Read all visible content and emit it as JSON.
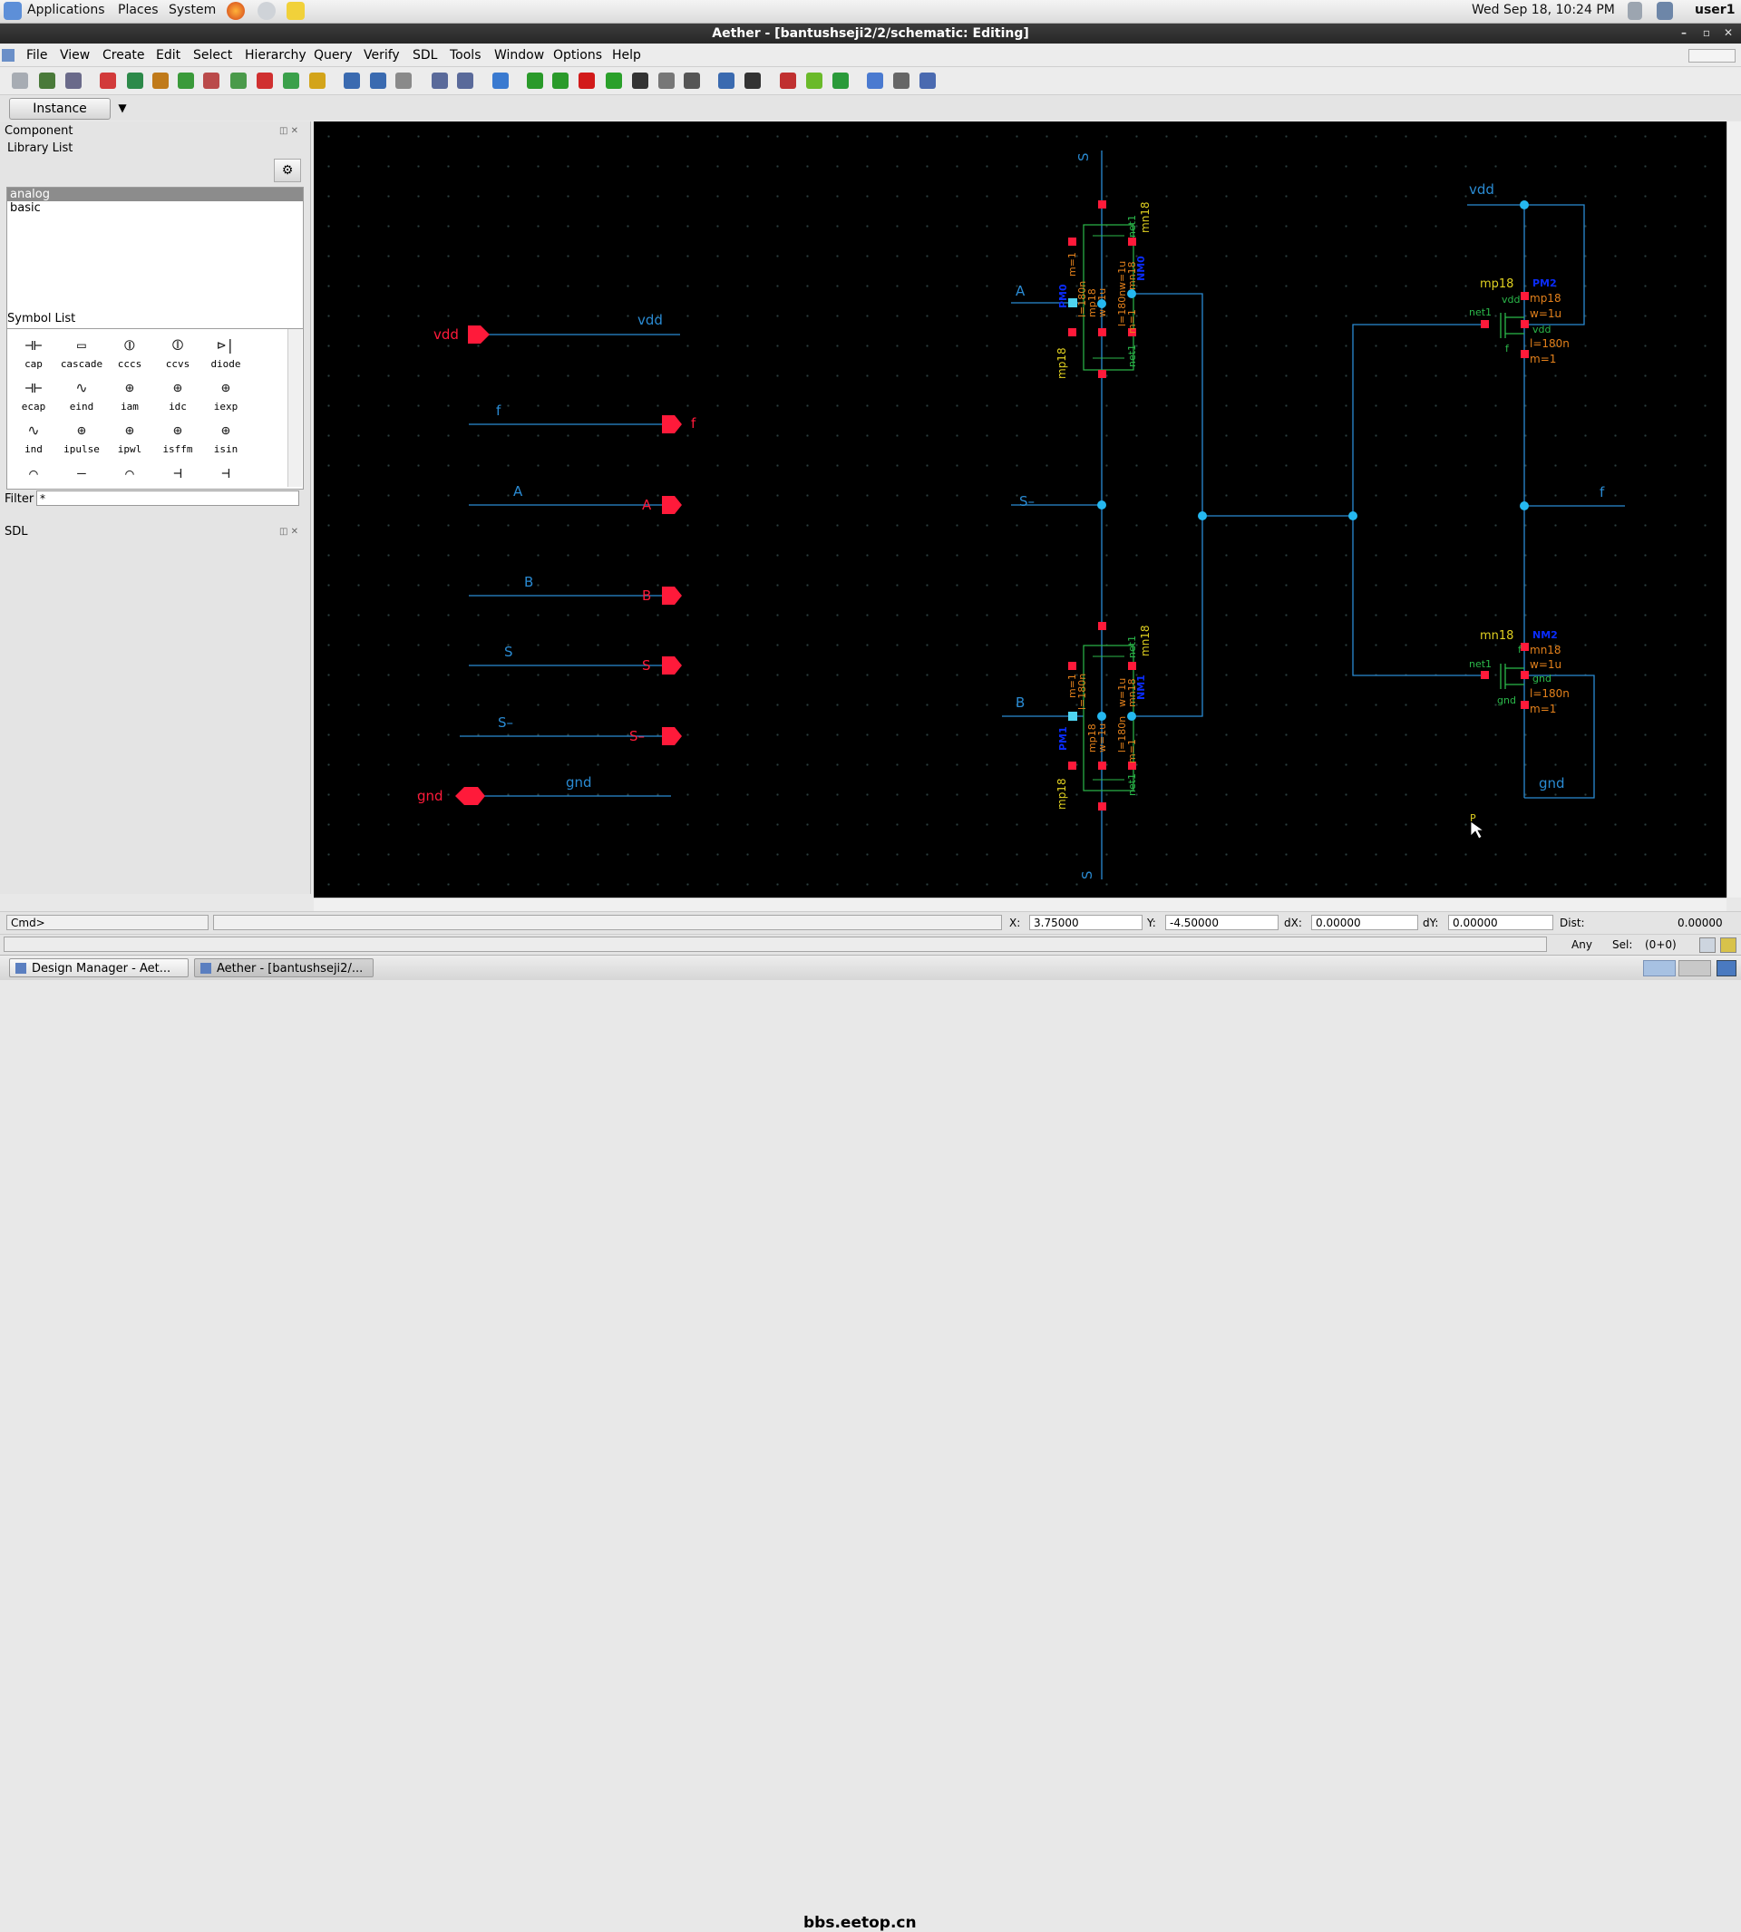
{
  "panel": {
    "applications": "Applications",
    "places": "Places",
    "system": "System",
    "clock": "Wed Sep 18, 10:24 PM",
    "user": "user1"
  },
  "window": {
    "title": "Aether - [bantushseji2/2/schematic: Editing]"
  },
  "menu": [
    "File",
    "View",
    "Create",
    "Edit",
    "Select",
    "Hierarchy",
    "Query",
    "Verify",
    "SDL",
    "Tools",
    "Window",
    "Options",
    "Help"
  ],
  "toolbar": {
    "instance_label": "Instance"
  },
  "left": {
    "component_title": "Component",
    "library_list_title": "Library List",
    "libraries": [
      "analog",
      "basic"
    ],
    "symbol_list_title": "Symbol List",
    "symbols": [
      "cap",
      "cascade",
      "cccs",
      "ccvs",
      "diode",
      "ecap",
      "eind",
      "iam",
      "idc",
      "iexp",
      "ind",
      "ipulse",
      "ipwl",
      "isffm",
      "isin"
    ],
    "filter_label": "Filter",
    "filter_value": "*",
    "sdl_title": "SDL"
  },
  "schematic": {
    "pins": {
      "vdd": "vdd",
      "f": "f",
      "A": "A",
      "B": "B",
      "S": "S",
      "Sbar": "S–",
      "gnd": "gnd"
    },
    "nets": {
      "vdd": "vdd",
      "f": "f",
      "A": "A",
      "B": "B",
      "S": "S",
      "Sbar": "S–",
      "gnd": "gnd",
      "net1": "net1"
    },
    "devices": {
      "mp18": "mp18",
      "mn18": "mn18",
      "pm2": "PM2",
      "nm2": "NM2",
      "pm0": "PM0",
      "nm0": "NM0",
      "pm1": "PM1",
      "nm1": "NM1"
    },
    "params": {
      "w": "w=1u",
      "l": "l=180n",
      "m": "m=1"
    },
    "cursor_label": "P"
  },
  "status": {
    "cmd": "Cmd>",
    "x_label": "X:",
    "x_value": "3.75000",
    "y_label": "Y:",
    "y_value": "-4.50000",
    "dx_label": "dX:",
    "dx_value": "0.00000",
    "dy_label": "dY:",
    "dy_value": "0.00000",
    "dist_label": "Dist:",
    "dist_value": "0.00000",
    "any": "Any",
    "sel_label": "Sel:",
    "sel_value": "(0+0)"
  },
  "taskbar": {
    "task1": "Design Manager - Aet...",
    "task2": "Aether - [bantushseji2/...",
    "watermark": "bbs.eetop.cn"
  },
  "colors": {
    "wire": "#2a8bd3",
    "pin": "#ff1a3a",
    "device": "#2bb94a",
    "param": "#e4811b",
    "devname": "#e0d020",
    "instname": "#0a2cff",
    "node": "#25b8f0",
    "canvas": "#000000"
  }
}
